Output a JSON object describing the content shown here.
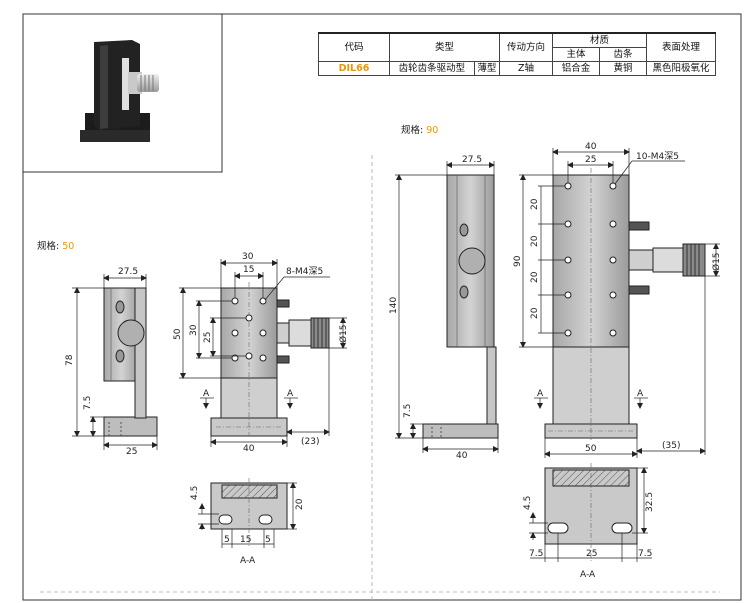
{
  "spec_table": {
    "headers": {
      "code": "代码",
      "type": "类型",
      "drive": "传动方向",
      "material": "材质",
      "body": "主体",
      "rack": "齿条",
      "surface": "表面处理"
    },
    "row": {
      "code": "DIL66",
      "type_main": "齿轮齿条驱动型",
      "type_sub": "薄型",
      "drive": "Z轴",
      "body": "铝合金",
      "rack": "黄铜",
      "surface": "黑色阳极氧化"
    }
  },
  "spec_labels": {
    "prefix": "规格:",
    "size_50": "50",
    "size_90": "90"
  },
  "dims_50": {
    "w_27_5": "27.5",
    "w_30": "30",
    "w_15": "15",
    "holes": "8-M4深5",
    "h_50": "50",
    "h_30": "30",
    "h_25": "25",
    "dia_15": "Ø15",
    "h_78": "78",
    "h_7_5": "7.5",
    "w_25": "25",
    "w_40": "40",
    "w_23": "(23)",
    "section_a": "A",
    "h_4_5": "4.5",
    "h_20": "20",
    "w_5": "5",
    "w_15b": "15",
    "w_5b": "5",
    "section_label": "A-A"
  },
  "dims_90": {
    "w_27_5": "27.5",
    "w_40": "40",
    "w_25": "25",
    "holes": "10-M4深5",
    "h_20a": "20",
    "h_20b": "20",
    "h_20c": "20",
    "h_20d": "20",
    "h_90": "90",
    "dia_15": "Ø15",
    "h_140": "140",
    "h_7_5": "7.5",
    "w_40b": "40",
    "w_50": "50",
    "w_35": "(35)",
    "section_a": "A",
    "h_4_5": "4.5",
    "h_32_5": "32.5",
    "w_7_5": "7.5",
    "w_25b": "25",
    "w_7_5b": "7.5",
    "section_label": "A-A"
  }
}
